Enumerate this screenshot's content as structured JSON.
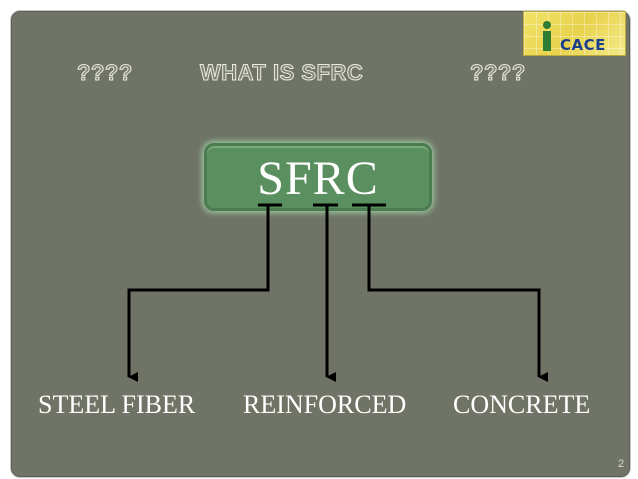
{
  "logo": {
    "text": "CACE"
  },
  "heading": {
    "left": "????",
    "center": "WHAT IS SFRC",
    "right": "????"
  },
  "acronym": "SFRC",
  "expansion": [
    "STEEL FIBER",
    "REINFORCED",
    "CONCRETE"
  ],
  "page_number": "2",
  "colors": {
    "panel_bg": "#6f7466",
    "box_fill": "#5a8f5f",
    "box_glow": "#9cc59f",
    "line": "#000000",
    "text": "#ffffff"
  }
}
